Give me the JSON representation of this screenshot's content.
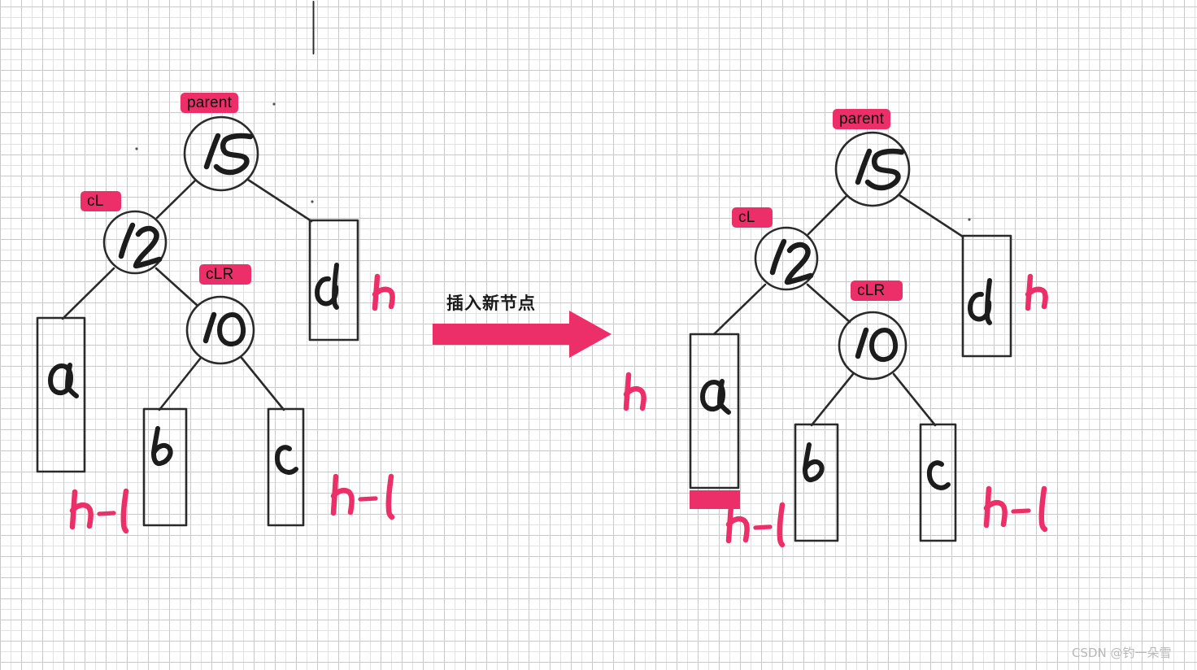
{
  "diagram": {
    "title": "AVL tree insert-new-node illustration (hand drawn on grid paper)",
    "transition_label": "插入新节点",
    "watermark": "CSDN @钓一朵雪",
    "accent_color": "#ED2F69",
    "ink_color": "#222222",
    "grid_color": "#c9c9c9"
  },
  "left_tree": {
    "nodes": [
      {
        "id": "root",
        "value": "15",
        "badge": "parent"
      },
      {
        "id": "cl",
        "value": "12",
        "badge": "cL"
      },
      {
        "id": "clr",
        "value": "10",
        "badge": "cLR"
      }
    ],
    "subtrees": [
      {
        "id": "a",
        "label": "a",
        "height_note": "h-1"
      },
      {
        "id": "b",
        "label": "b",
        "height_note": ""
      },
      {
        "id": "c",
        "label": "c",
        "height_note": "h-1"
      },
      {
        "id": "d",
        "label": "d",
        "height_note": "h"
      }
    ],
    "annotations": [
      {
        "id": "left-h",
        "text": "h"
      },
      {
        "id": "left-h-1-a",
        "text": "h-1"
      },
      {
        "id": "left-h-1-c",
        "text": "h-1"
      }
    ]
  },
  "right_tree": {
    "nodes": [
      {
        "id": "root",
        "value": "15",
        "badge": "parent"
      },
      {
        "id": "cl",
        "value": "12",
        "badge": "cL"
      },
      {
        "id": "clr",
        "value": "10",
        "badge": "cLR"
      }
    ],
    "subtrees": [
      {
        "id": "a",
        "label": "a",
        "height_note": "h-1",
        "grown": true
      },
      {
        "id": "b",
        "label": "b",
        "height_note": ""
      },
      {
        "id": "c",
        "label": "c",
        "height_note": "h-1"
      },
      {
        "id": "d",
        "label": "d",
        "height_note": "h"
      }
    ],
    "annotations": [
      {
        "id": "right-h",
        "text": "h"
      },
      {
        "id": "right-h-1-a",
        "text": "h-1"
      },
      {
        "id": "right-h-1-c",
        "text": "h-1"
      }
    ]
  },
  "badges": {
    "parent_left": "parent",
    "cl_left": "cL",
    "clr_left": "cLR",
    "parent_right": "parent",
    "cl_right": "cL",
    "clr_right": "cLR"
  },
  "labels": {
    "node_15_left": "15",
    "node_12_left": "12",
    "node_10_left": "10",
    "box_a_left": "a",
    "box_b_left": "b",
    "box_c_left": "c",
    "box_d_left": "d",
    "h_d_left": "h",
    "h1_a_left": "h-1",
    "h1_c_left": "h-1",
    "node_15_right": "15",
    "node_12_right": "12",
    "node_10_right": "10",
    "box_a_right": "a",
    "box_b_right": "b",
    "box_c_right": "c",
    "box_d_right": "d",
    "h_d_right": "h",
    "h1_a_right": "h-1",
    "h1_c_right": "h-1",
    "h_middle": "h"
  }
}
